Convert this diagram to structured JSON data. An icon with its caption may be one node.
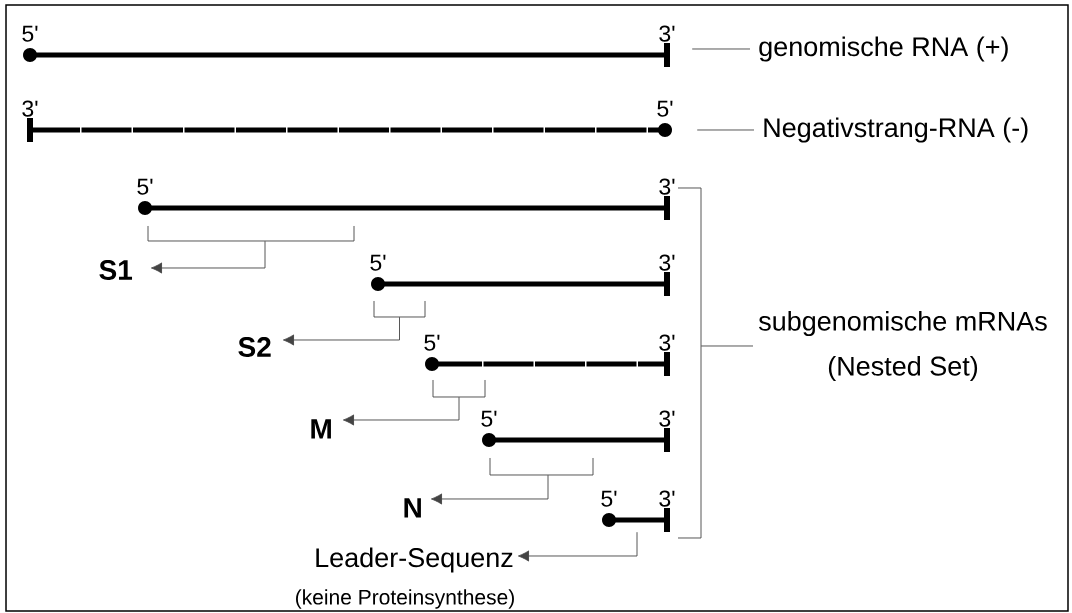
{
  "diagram": {
    "nodes": [
      {
        "text": [],
        "shape": "bar",
        "beside": [
          "5'",
          "3'"
        ]
      },
      {
        "text": [
          "genomische RNA (+)"
        ]
      },
      {
        "text": [],
        "shape": "bar",
        "beside": [
          "3'",
          "5'"
        ]
      },
      {
        "text": [
          "Negativstrang-RNA (-)"
        ]
      },
      {
        "text": [],
        "shape": "bar",
        "beside": [
          "5'",
          "3'"
        ]
      },
      {
        "text": [],
        "shape": "bracket"
      },
      {
        "text": [
          "S1"
        ]
      },
      {
        "text": [],
        "shape": "bar",
        "beside": [
          "5'",
          "3'"
        ]
      },
      {
        "text": [],
        "shape": "bracket"
      },
      {
        "text": [
          "S2"
        ]
      },
      {
        "text": [],
        "shape": "bar",
        "beside": [
          "5'",
          "3'"
        ]
      },
      {
        "text": [],
        "shape": "bracket"
      },
      {
        "text": [
          "M"
        ]
      },
      {
        "text": [],
        "shape": "bar",
        "beside": [
          "5'",
          "3'"
        ]
      },
      {
        "text": [],
        "shape": "bracket"
      },
      {
        "text": [
          "N"
        ]
      },
      {
        "text": [],
        "shape": "bar",
        "beside": [
          "5'",
          "3'"
        ]
      },
      {
        "text": [
          "Leader-Sequenz",
          "(keine Proteinsynthese)"
        ]
      },
      {
        "text": [],
        "shape": "bracket"
      },
      {
        "text": [
          "subgenomische mRNAs",
          "(Nested Set)"
        ]
      }
    ],
    "edges": [
      {
        "from": 1,
        "to": 0,
        "arrow": "none"
      },
      {
        "from": 3,
        "to": 2,
        "arrow": "none"
      },
      {
        "from": 5,
        "to": 6,
        "arrow": "to"
      },
      {
        "from": 8,
        "to": 9,
        "arrow": "to"
      },
      {
        "from": 11,
        "to": 12,
        "arrow": "to"
      },
      {
        "from": 14,
        "to": 15,
        "arrow": "to"
      },
      {
        "from": 16,
        "to": 17,
        "arrow": "to"
      },
      {
        "from": 19,
        "to": 18,
        "arrow": "none"
      }
    ]
  }
}
